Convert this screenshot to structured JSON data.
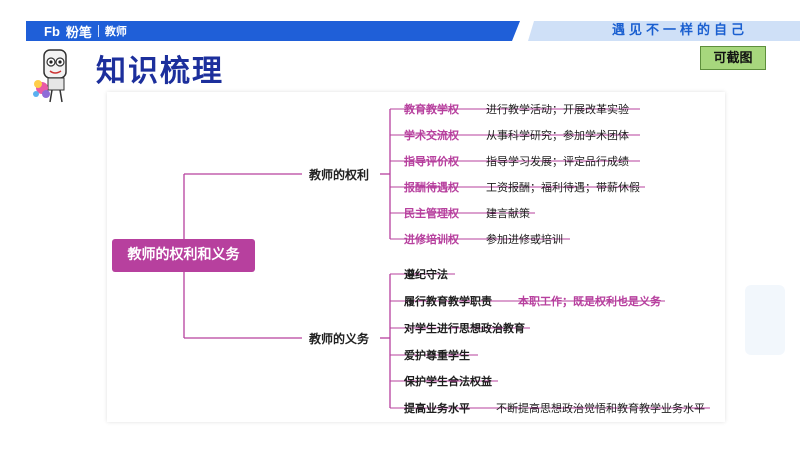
{
  "header": {
    "brand_latin": "Fb",
    "brand_cn": "粉笔",
    "brand_sub": "教师",
    "slogan": "遇见不一样的自己"
  },
  "page": {
    "title": "知识梳理",
    "capture_tag": "可截图"
  },
  "mindmap": {
    "root": "教师的权利和义务",
    "rights": {
      "label": "教师的权利",
      "items": [
        {
          "name": "教育教学权",
          "detail": "进行教学活动；开展改革实验"
        },
        {
          "name": "学术交流权",
          "detail": "从事科学研究；参加学术团体"
        },
        {
          "name": "指导评价权",
          "detail": "指导学习发展；评定品行成绩"
        },
        {
          "name": "报酬待遇权",
          "detail": "工资报酬；福利待遇；带薪休假"
        },
        {
          "name": "民主管理权",
          "detail": "建言献策"
        },
        {
          "name": "进修培训权",
          "detail": "参加进修或培训"
        }
      ]
    },
    "duties": {
      "label": "教师的义务",
      "items": [
        {
          "name": "遵纪守法",
          "detail": ""
        },
        {
          "name": "履行教育教学职责",
          "detail": "本职工作；既是权利也是义务"
        },
        {
          "name": "对学生进行思想政治教育",
          "detail": ""
        },
        {
          "name": "爱护尊重学生",
          "detail": ""
        },
        {
          "name": "保护学生合法权益",
          "detail": ""
        },
        {
          "name": "提高业务水平",
          "detail": "不断提高思想政治觉悟和教育教学业务水平"
        }
      ]
    }
  },
  "colors": {
    "accent_pink": "#b7409e",
    "brand_blue": "#1a5fd0",
    "title_blue": "#1c2f9c",
    "tag_green": "#a7d77d"
  }
}
